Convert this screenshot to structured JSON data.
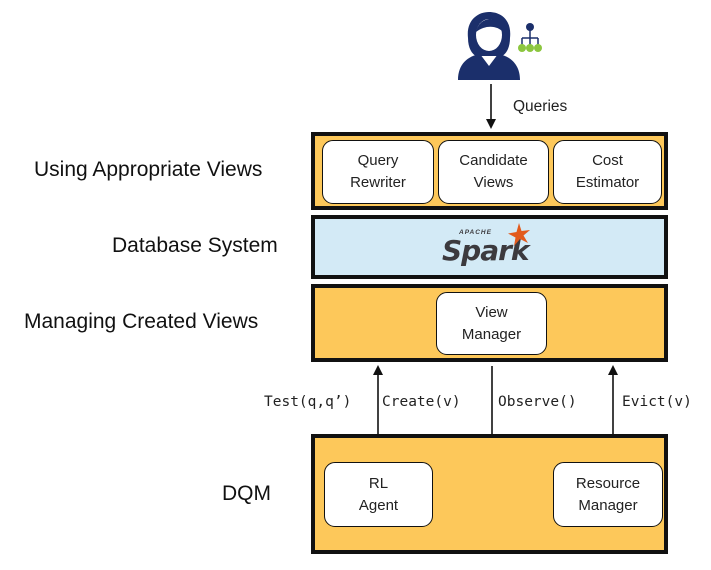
{
  "user": {
    "icon": "user-with-hierarchy-icon"
  },
  "queries_label": "Queries",
  "layers": [
    {
      "label": "Using Appropriate Views",
      "components": [
        {
          "line1": "Query",
          "line2": "Rewriter"
        },
        {
          "line1": "Candidate",
          "line2": "Views"
        },
        {
          "line1": "Cost",
          "line2": "Estimator"
        }
      ]
    },
    {
      "label": "Database System",
      "logo": {
        "top": "APACHE",
        "name": "Spark",
        "icon": "apache-spark-logo"
      }
    },
    {
      "label": "Managing Created Views",
      "components": [
        {
          "line1": "View",
          "line2": "Manager"
        }
      ]
    },
    {
      "label": "DQM",
      "components": [
        {
          "line1": "RL",
          "line2": "Agent"
        },
        {
          "line1": "Resource",
          "line2": "Manager"
        }
      ]
    }
  ],
  "interfaces": {
    "test": "Test(q,q’)",
    "create": "Create(v)",
    "observe": "Observe()",
    "evict": "Evict(v)"
  },
  "colors": {
    "panel": "#fdc85a",
    "spark_panel": "#d3eaf6",
    "user_icon": "#1b2f6b",
    "node_green": "#8cc63f",
    "spark_orange": "#e25a1c",
    "spark_text": "#3c3a3e"
  }
}
